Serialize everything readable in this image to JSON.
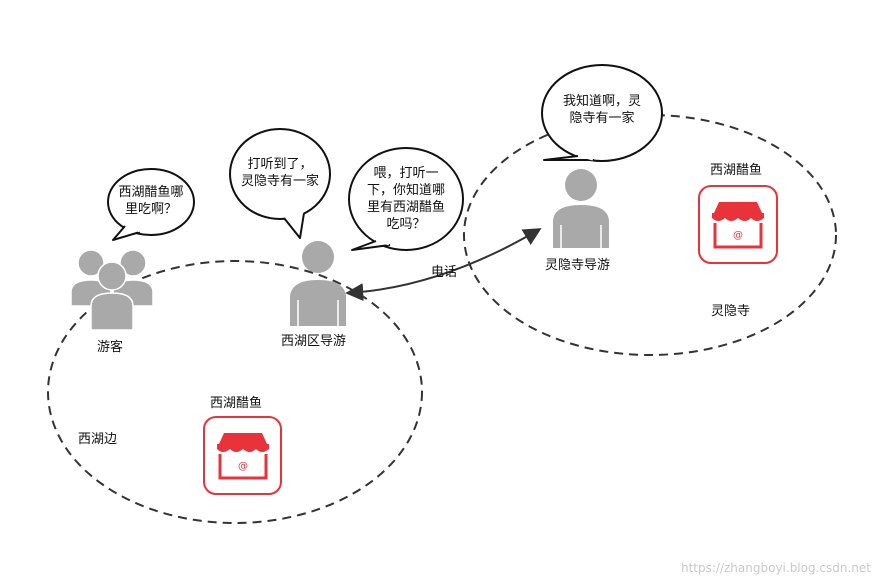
{
  "regions": {
    "west_lake": {
      "label": "西湖边"
    },
    "lingyin": {
      "label": "灵隐寺"
    }
  },
  "people": {
    "tourists": {
      "label": "游客",
      "icon": "user-group-icon"
    },
    "xihu_guide": {
      "label": "西湖区导游",
      "icon": "user-icon"
    },
    "lingyin_guide": {
      "label": "灵隐寺导游",
      "icon": "user-icon"
    }
  },
  "shops": {
    "xihu_shop": {
      "label": "西湖醋鱼",
      "icon": "shop-icon"
    },
    "lingyin_shop": {
      "label": "西湖醋鱼",
      "icon": "shop-icon"
    }
  },
  "bubbles": {
    "tourists": {
      "lines": [
        "西湖醋鱼哪",
        "里吃啊？"
      ]
    },
    "xihu_guide_reply": {
      "lines": [
        "打听到了，",
        "灵隐寺有一家"
      ]
    },
    "xihu_guide_call": {
      "lines": [
        "喂，打听一",
        "下，你知道哪",
        "里有西湖醋鱼",
        "吃吗？"
      ]
    },
    "lingyin_guide": {
      "lines": [
        "我知道啊，灵",
        "隐寺有一家"
      ]
    }
  },
  "connection": {
    "label": "电话"
  },
  "watermark": "https://zhangboyi.blog.csdn.net",
  "colors": {
    "icon_gray": "#a9a9a9",
    "shop_red": "#e8333a",
    "line": "#333333"
  }
}
